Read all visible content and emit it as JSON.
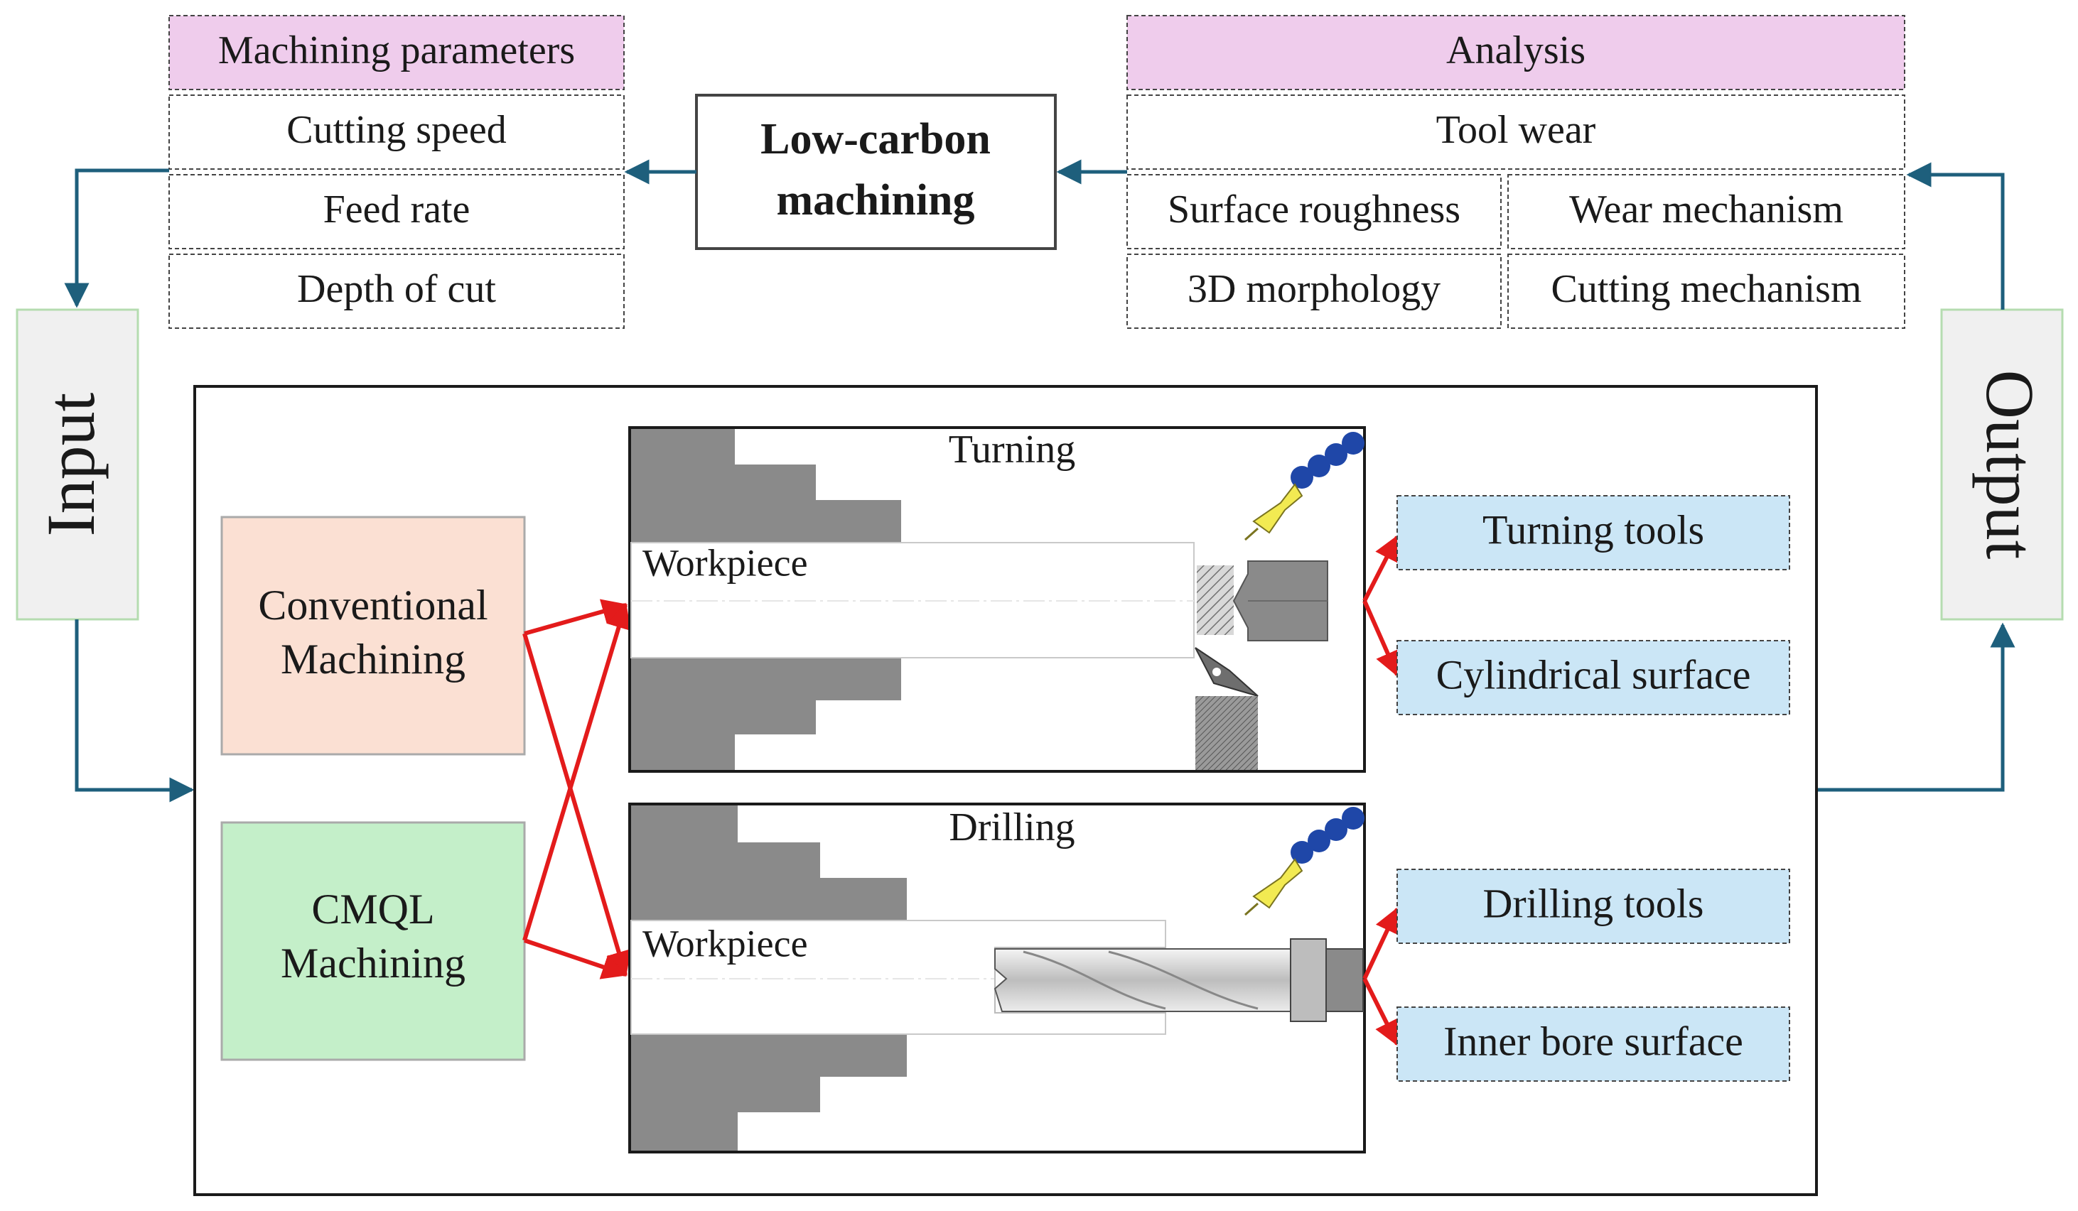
{
  "left_panel": {
    "header": "Machining parameters",
    "items": [
      "Cutting speed",
      "Feed rate",
      "Depth of cut"
    ]
  },
  "center_box": {
    "line1": "Low-carbon",
    "line2": "machining"
  },
  "right_panel": {
    "header": "Analysis",
    "top_item": "Tool wear",
    "grid": [
      "Surface roughness",
      "Wear mechanism",
      "3D morphology",
      "Cutting mechanism"
    ]
  },
  "side_labels": {
    "input": "Input",
    "output": "Output"
  },
  "methods": {
    "conventional": {
      "line1": "Conventional",
      "line2": "Machining"
    },
    "cmql": {
      "line1": "CMQL",
      "line2": "Machining"
    }
  },
  "processes": {
    "turning": {
      "title": "Turning",
      "workpiece": "Workpiece"
    },
    "drilling": {
      "title": "Drilling",
      "workpiece": "Workpiece"
    }
  },
  "results": {
    "turning_tools": "Turning tools",
    "cylindrical_surface": "Cylindrical surface",
    "drilling_tools": "Drilling tools",
    "inner_bore_surface": "Inner bore surface"
  },
  "colors": {
    "pink_header": "#efccec",
    "peach": "#fbe0d3",
    "green": "#c4efc9",
    "blue": "#cbe6f6",
    "flow_arrow": "#1e5f7c",
    "red_arrow": "#e31b1b",
    "dark_gray": "#8a8a8a"
  }
}
